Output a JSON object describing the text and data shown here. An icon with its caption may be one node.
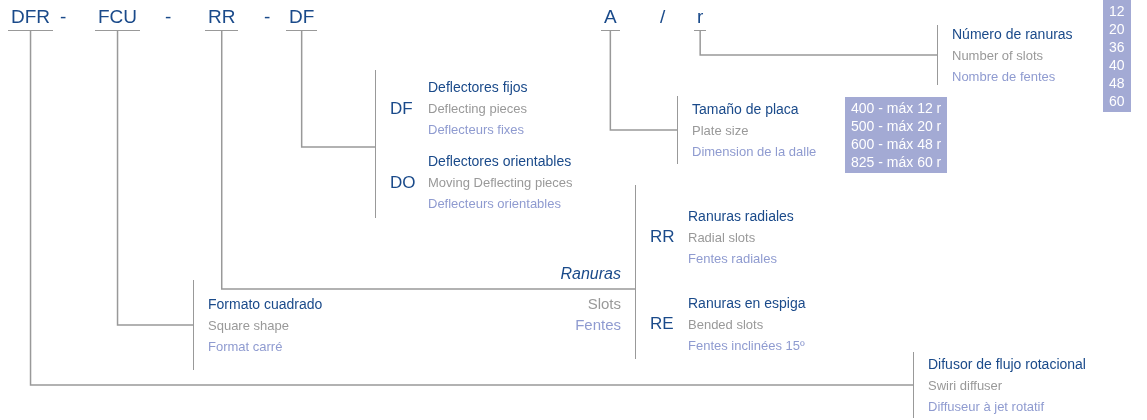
{
  "diagram": {
    "nodes": [
      {
        "text": [
          "DFR"
        ]
      },
      {
        "text": [
          "FCU"
        ]
      },
      {
        "text": [
          "RR"
        ]
      },
      {
        "text": [
          "DF"
        ]
      },
      {
        "text": [
          "A"
        ]
      },
      {
        "text": [
          "r"
        ]
      },
      {
        "text": [
          "DF",
          "Deflectores fijos",
          "Deflecting pieces",
          "Deflecteurs fixes"
        ]
      },
      {
        "text": [
          "DO",
          "Deflectores orientables",
          "Moving Deflecting pieces",
          "Deflecteurs orientables"
        ]
      },
      {
        "text": [
          "Tamaño de placa",
          "Plate size",
          "Dimension de la dalle"
        ]
      },
      {
        "text": [
          "400 - máx 12 r",
          "500 - máx 20 r",
          "600 - máx 48 r",
          "825 - máx 60 r"
        ]
      },
      {
        "text": [
          "Número de ranuras",
          "Number of slots",
          "Nombre de fentes"
        ]
      },
      {
        "text": [
          "12",
          "20",
          "36",
          "40",
          "48",
          "60"
        ]
      },
      {
        "text": [
          "RR",
          "Ranuras radiales",
          "Radial slots",
          "Fentes radiales"
        ]
      },
      {
        "text": [
          "RE",
          "Ranuras en espiga",
          "Bended slots",
          "Fentes inclinées 15º"
        ]
      },
      {
        "text": [
          "Formato cuadrado",
          "Square shape",
          "Format carré"
        ]
      },
      {
        "text": [
          "Difusor de flujo rotacional",
          "Swiri diffuser",
          "Diffuseur à jet rotatif"
        ]
      }
    ],
    "edges": [
      {
        "from": 0,
        "to": 15,
        "arrow": "none"
      },
      {
        "from": 1,
        "to": 14,
        "arrow": "none"
      },
      {
        "from": 2,
        "to": 12,
        "arrow": "none"
      },
      {
        "from": 2,
        "to": 13,
        "arrow": "none"
      },
      {
        "from": 3,
        "to": 6,
        "arrow": "none"
      },
      {
        "from": 3,
        "to": 7,
        "arrow": "none"
      },
      {
        "from": 4,
        "to": 8,
        "arrow": "none"
      },
      {
        "from": 5,
        "to": 10,
        "arrow": "none"
      }
    ],
    "labels": [
      "-",
      "-",
      "-",
      "/",
      "Ranuras",
      "Slots",
      "Fentes"
    ]
  }
}
